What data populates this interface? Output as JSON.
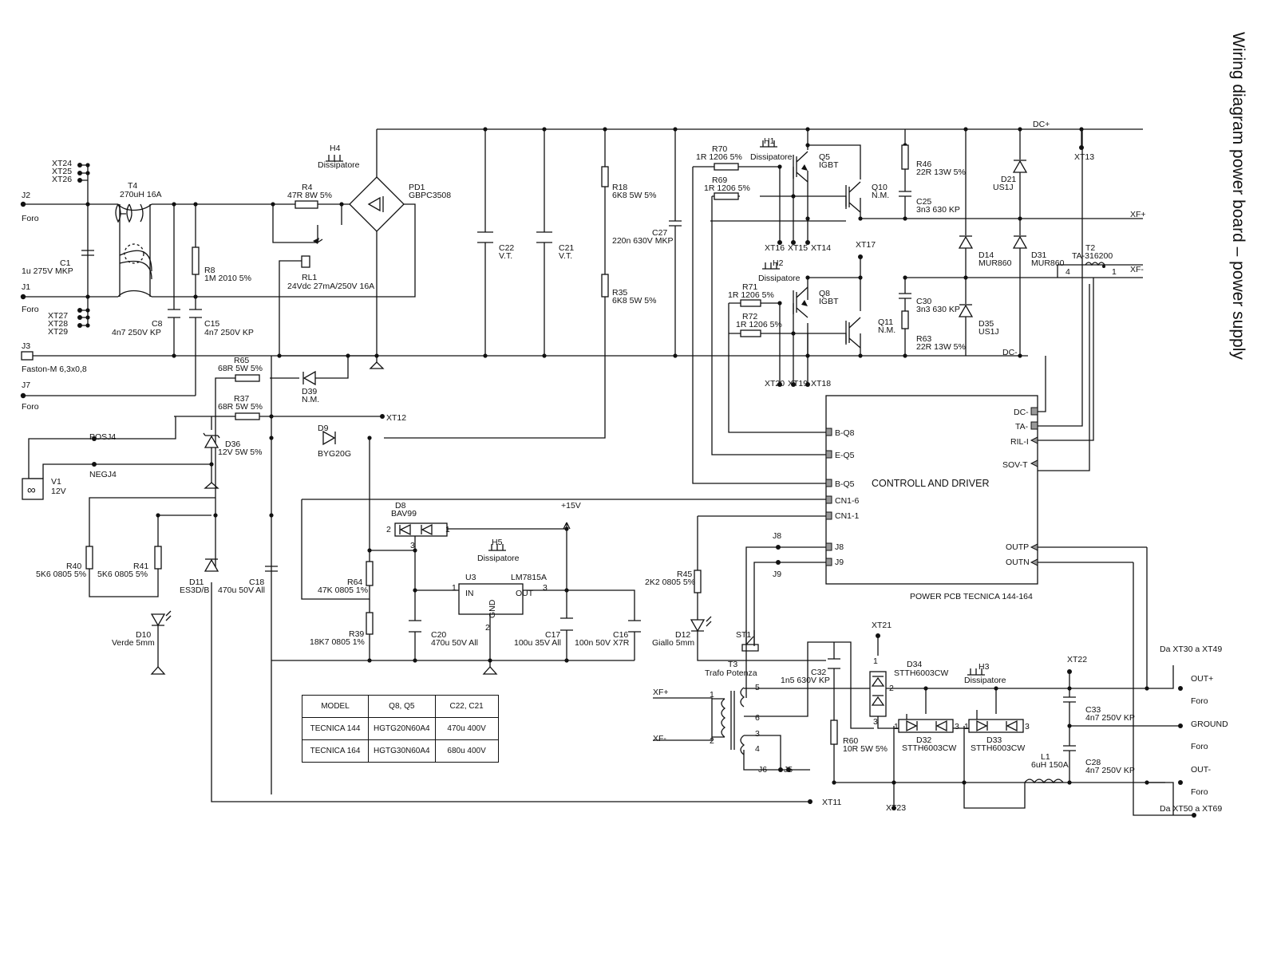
{
  "title": "Wiring diagram power board – power supply",
  "board": {
    "block": "CONTROLL AND DRIVER",
    "pcb": "POWER PCB TECNICA 144-164"
  },
  "pins": {
    "dcm": "DC-",
    "ta": "TA-",
    "ril": "RIL-I",
    "sov": "SOV-T",
    "bq8": "B-Q8",
    "eq5": "E-Q5",
    "bq5": "B-Q5",
    "cn16": "CN1-6",
    "cn11": "CN1-1",
    "j8": "J8",
    "j9": "J9",
    "outp": "OUTP",
    "outn": "OUTN"
  },
  "connectors": {
    "xt24": "XT24",
    "xt25": "XT25",
    "xt26": "XT26",
    "xt27": "XT27",
    "xt28": "XT28",
    "xt29": "XT29",
    "j2": "J2",
    "j1": "J1",
    "j3": "J3",
    "j3d": "Faston-M 6,3x0,8",
    "j7": "J7",
    "foro": "Foro",
    "xt12": "XT12",
    "xt13": "XT13",
    "xt14": "XT14",
    "xt15": "XT15",
    "xt16": "XT16",
    "xt17": "XT17",
    "xt18": "XT18",
    "xt19": "XT19",
    "xt20": "XT20",
    "xt21": "XT21",
    "xt22": "XT22",
    "xt23": "XT23",
    "xt11": "XT11",
    "j8": "J8",
    "j9": "J9",
    "j5": "J5",
    "j6": "J6",
    "xfp": "XF+",
    "xfm": "XF-",
    "dcp": "DC+",
    "dcm": "DC-",
    "posj4": "POSJ4",
    "negj4": "NEGJ4",
    "p15": "+15V",
    "outp": "OUT+",
    "ground": "GROUND",
    "outm": "OUT-",
    "da1": "Da XT30 a XT49",
    "da2": "Da XT50 a XT69"
  },
  "components": {
    "t4": "T4",
    "t4v": "270uH 16A",
    "c1": "C1",
    "c1v": "1u 275V MKP",
    "r8": "R8",
    "r8v": "1M 2010 5%",
    "c8": "C8",
    "c8v": "4n7 250V KP",
    "c15": "C15",
    "c15v": "4n7 250V KP",
    "h4": "H4",
    "diss": "Dissipatore",
    "r4": "R4",
    "r4v": "47R 8W 5%",
    "rl1": "RL1",
    "rl1v": "24Vdc 27mA/250V 16A",
    "pd1": "PD1",
    "pd1v": "GBPC3508",
    "c22": "C22",
    "c21": "C21",
    "vt": "V.T.",
    "r18": "R18",
    "r18v": "6K8 5W 5%",
    "r35": "R35",
    "r35v": "6K8 5W 5%",
    "c27": "C27",
    "c27v": "220n 630V MKP",
    "r70": "R70",
    "r70v": "1R 1206 5%",
    "h1": "H1",
    "r69": "R69",
    "r69v": "1R 1206 5%",
    "q5": "Q5",
    "igbt": "IGBT",
    "q10": "Q10",
    "nm": "N.M.",
    "r46": "R46",
    "r46v": "22R 13W 5%",
    "c25": "C25",
    "c25v": "3n3 630 KP",
    "d21": "D21",
    "d21v": "US1J",
    "d14": "D14",
    "d14v": "MUR860",
    "d31": "D31",
    "d31v": "MUR860",
    "t2": "T2",
    "t2v": "TA-316200",
    "h2": "H2",
    "r71": "R71",
    "r71v": "1R 1206 5%",
    "r72": "R72",
    "r72v": "1R 1206 5%",
    "q8": "Q8",
    "q11": "Q11",
    "c30": "C30",
    "c30v": "3n3 630 KP",
    "r63": "R63",
    "r63v": "22R 13W 5%",
    "d35": "D35",
    "d35v": "US1J",
    "r65": "R65",
    "r65v": "68R 5W 5%",
    "d39": "D39",
    "r37": "R37",
    "r37v": "68R 5W 5%",
    "d36": "D36",
    "d36v": "12V 5W 5%",
    "v1": "V1",
    "v1v": "12V",
    "d9": "D9",
    "d9v": "BYG20G",
    "d8": "D8",
    "d8v": "BAV99",
    "h5": "H5",
    "r40": "R40",
    "r40v": "5K6 0805 5%",
    "r41": "R41",
    "r41v": "5K6 0805 5%",
    "d11": "D11",
    "d11v": "ES3D/B",
    "c18": "C18",
    "c18v": "470u 50V All",
    "d10": "D10",
    "d10v": "Verde 5mm",
    "r64": "R64",
    "r64v": "47K 0805 1%",
    "r39": "R39",
    "r39v": "18K7 0805 1%",
    "u3": "U3",
    "u3v": "LM7815A",
    "in": "IN",
    "out": "OUT",
    "gnd": "GND",
    "c20": "C20",
    "c20v": "470u 50V All",
    "c17": "C17",
    "c17v": "100u 35V All",
    "c16": "C16",
    "c16v": "100n 50V X7R",
    "r45": "R45",
    "r45v": "2K2 0805 5%",
    "d12": "D12",
    "d12v": "Giallo 5mm",
    "st1": "ST1",
    "t3": "T3",
    "t3v": "Trafo Potenza",
    "c32": "C32",
    "c32v": "1n5 630V KP",
    "r60": "R60",
    "r60v": "10R 5W 5%",
    "d34": "D34",
    "stth": "STTH6003CW",
    "h3": "H3",
    "d32": "D32",
    "d33": "D33",
    "l1": "L1",
    "l1v": "6uH 150A",
    "c33": "C33",
    "c33v": "4n7 250V KP",
    "c28": "C28",
    "c28v": "4n7 250V KP"
  },
  "table": {
    "headers": [
      "MODEL",
      "Q8, Q5",
      "C22, C21"
    ],
    "rows": [
      [
        "TECNICA 144",
        "HGTG20N60A4",
        "470u 400V"
      ],
      [
        "TECNICA 164",
        "HGTG30N60A4",
        "680u 400V"
      ]
    ]
  }
}
